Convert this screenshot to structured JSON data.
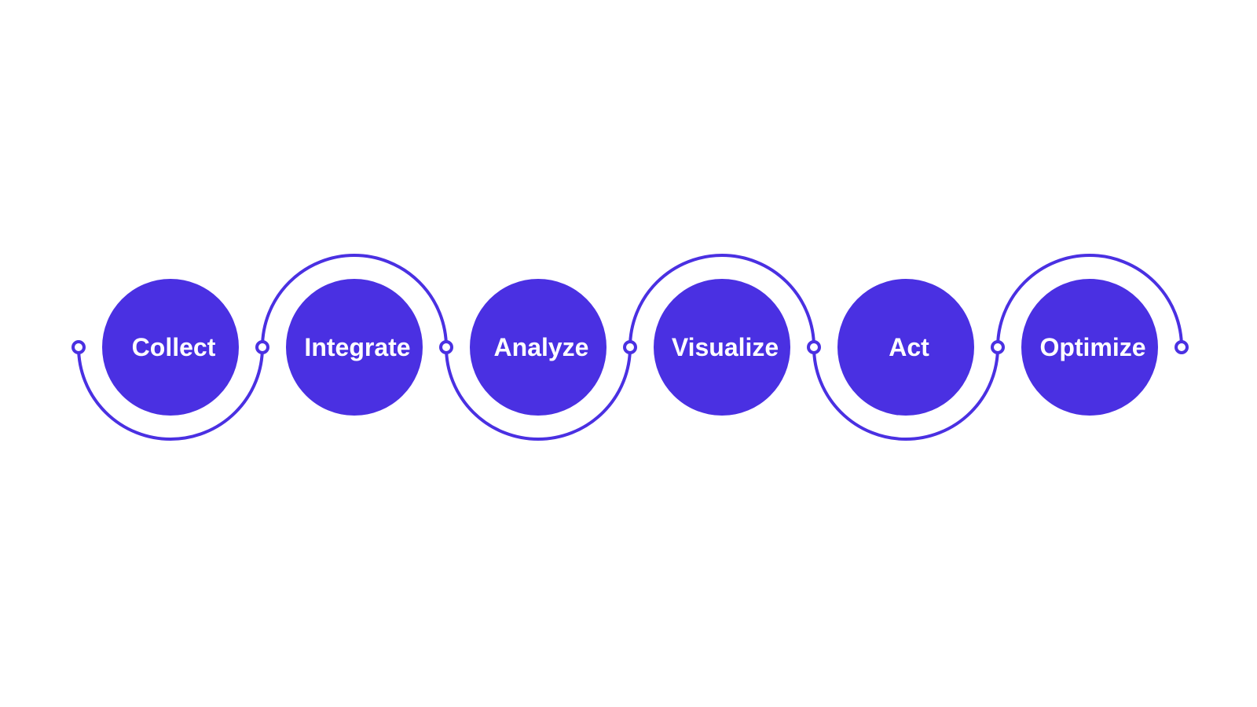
{
  "diagram": {
    "colors": {
      "accent": "#4a30e2",
      "label": "#ffffff",
      "background": "#ffffff"
    },
    "steps": [
      {
        "label": "Collect"
      },
      {
        "label": "Integrate"
      },
      {
        "label": "Analyze"
      },
      {
        "label": "Visualize"
      },
      {
        "label": "Act"
      },
      {
        "label": "Optimize"
      }
    ]
  }
}
